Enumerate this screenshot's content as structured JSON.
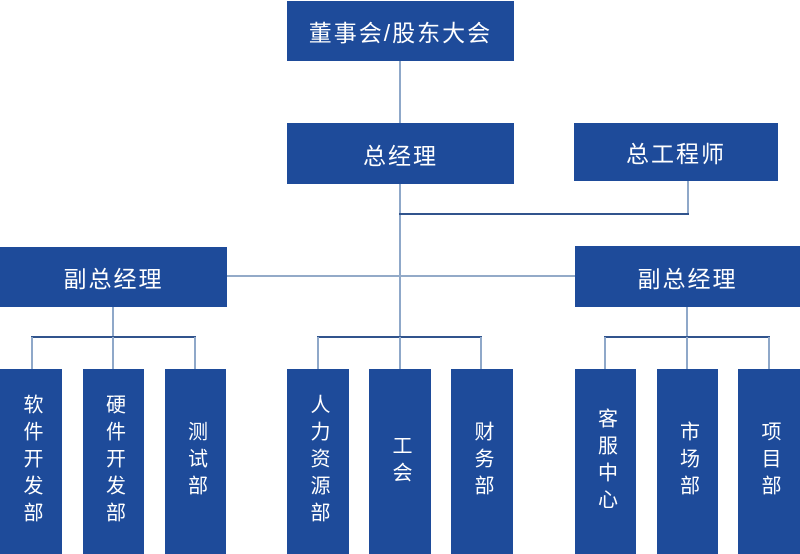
{
  "chart": {
    "type": "org-chart",
    "nodes": {
      "board": "董事会/股东大会",
      "general_manager": "总经理",
      "chief_engineer": "总工程师",
      "vp_left": "副总经理",
      "vp_right": "副总经理",
      "software_dev": "软件开发部",
      "hardware_dev": "硬件开发部",
      "testing": "测试部",
      "hr": "人力资源部",
      "labor_union": "工会",
      "finance": "财务部",
      "customer_service": "客服中心",
      "marketing": "市场部",
      "project": "项目部"
    },
    "edges": [
      [
        "board",
        "general_manager"
      ],
      [
        "general_manager",
        "chief_engineer"
      ],
      [
        "general_manager",
        "vp_left"
      ],
      [
        "general_manager",
        "vp_right"
      ],
      [
        "general_manager",
        "hr"
      ],
      [
        "general_manager",
        "labor_union"
      ],
      [
        "general_manager",
        "finance"
      ],
      [
        "vp_left",
        "software_dev"
      ],
      [
        "vp_left",
        "hardware_dev"
      ],
      [
        "vp_left",
        "testing"
      ],
      [
        "vp_right",
        "customer_service"
      ],
      [
        "vp_right",
        "marketing"
      ],
      [
        "vp_right",
        "project"
      ]
    ],
    "colors": {
      "box_fill": "#1E4B9A",
      "box_text": "#FFFFFF",
      "connector_vertical": "#8FA8C9",
      "connector_horizontal": "#31548D",
      "connector_vp_link": "#93AAC8",
      "background": "#FFFFFF"
    }
  }
}
